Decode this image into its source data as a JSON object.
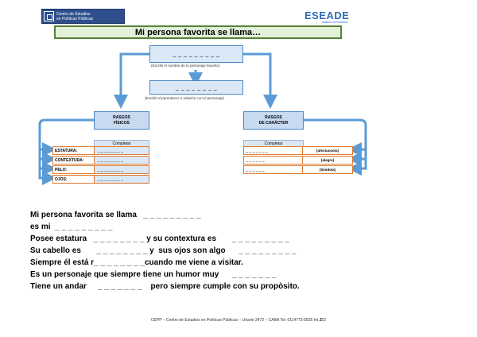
{
  "header": {
    "logo_left_line1": "Centro de Estudios",
    "logo_left_line2": "en Políticas Públicas",
    "logo_right": "ESEADE",
    "logo_right_sub": "Instituto Universitario"
  },
  "diagram": {
    "title": "Mi persona favorita se llama…",
    "name_field": "_ _ _ _ _ _ _ _ _",
    "name_hint": "(Escribí el nombre de tu personaje favorito)",
    "relation_field": "_ _ _ _ _ _ _ _",
    "relation_hint": "(Escribí el parentesco o relación con el personaje)",
    "physical": {
      "line1": "RASGOS",
      "line2": "FÍSICOS",
      "complete_label": "Completar",
      "rows": [
        {
          "label": "ESTATURA:",
          "value": "_ _ _ _ _ _ _ _"
        },
        {
          "label": "CONTEXTURA:",
          "value": "_ _ _ _ _ _ _ _"
        },
        {
          "label": "PELO:",
          "value": "_ _ _ _ _ _ _ _"
        },
        {
          "label": "OJOS:",
          "value": "_ _ _ _ _ _ _ _"
        }
      ]
    },
    "character": {
      "line1": "RASGOS",
      "line2": "DE CARÁCTER",
      "complete_label": "Completar",
      "rows": [
        {
          "value": "_ _ _ _ _ _ _",
          "label": "(afectuoso/a)"
        },
        {
          "value": "_ _ _ _ _ _",
          "label": "(alegre)"
        },
        {
          "value": "_ _ _ _ _ _",
          "label": "(tímido/a)"
        }
      ]
    }
  },
  "paragraph": [
    "Mi persona favorita se llama   _ _ _ _ _ _ _ _ _",
    "es mi  _ _ _ _ _ _ _ _ _",
    "Posee estatura   _ _ _ _ _ _ _ _ y su contextura es       _ _ _ _ _ _ _ _ _",
    "Su cabello es       _ _ _ _ _ _ _ _ y  sus ojos son algo      _ _ _ _ _ _ _ _ _",
    "Siempre él está r_ _ _ _ _ _ _ _cuando me viene a visitar.",
    "Es un personaje que siempre tiene un humor muy      _ _ _ _ _ _ _",
    "Tiene un andar     _ _ _ _ _ _ _    pero siempre cumple con su propòsito."
  ],
  "footer": {
    "text": "CEPP – Centro de Estudios en Políticas Públicas – Uriarte 2472 – CABA Tel: 0114773-5825 Int.122",
    "page": "2"
  },
  "colors": {
    "title_border": "#548235",
    "title_fill": "#e2f0d9",
    "box_border": "#4a86c5",
    "box_fill": "#dae8f7",
    "row_border": "#e07a2e",
    "arrow": "#5b9bd5"
  }
}
